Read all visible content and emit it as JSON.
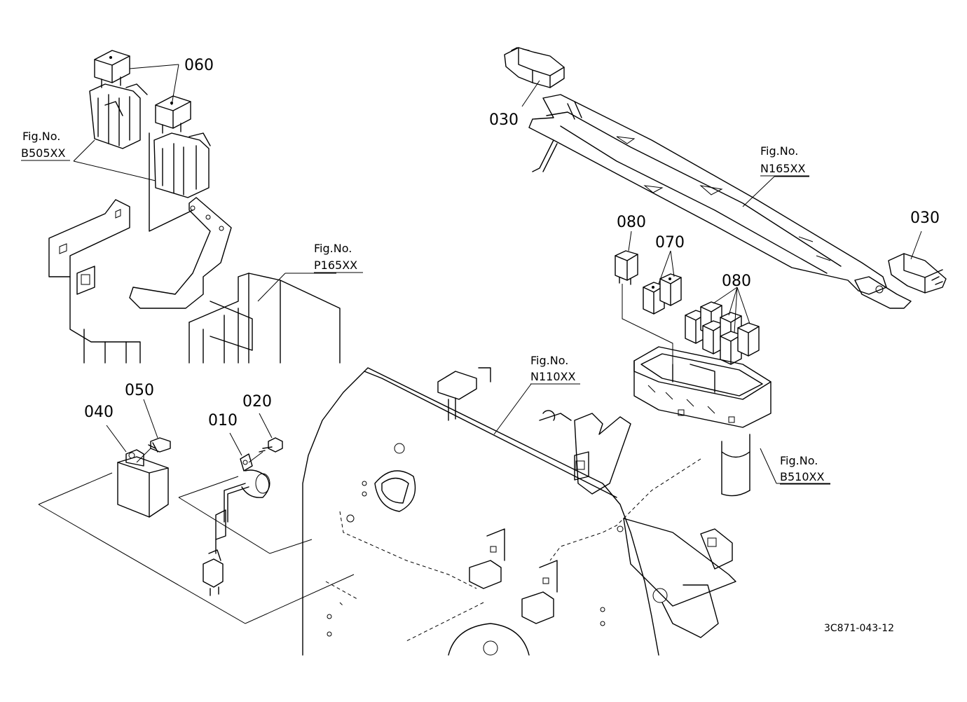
{
  "callouts": {
    "c010": "010",
    "c020": "020",
    "c030a": "030",
    "c030b": "030",
    "c040": "040",
    "c050": "050",
    "c060": "060",
    "c070": "070",
    "c080a": "080",
    "c080b": "080"
  },
  "fig_refs": {
    "b505": {
      "label": "Fig.No.",
      "code": "B505XX"
    },
    "p165": {
      "label": "Fig.No.",
      "code": "P165XX"
    },
    "n165": {
      "label": "Fig.No.",
      "code": "N165XX"
    },
    "n110": {
      "label": "Fig.No.",
      "code": "N110XX"
    },
    "b510": {
      "label": "Fig.No.",
      "code": "B510XX"
    }
  },
  "drawing_number": "3C871-043-12"
}
